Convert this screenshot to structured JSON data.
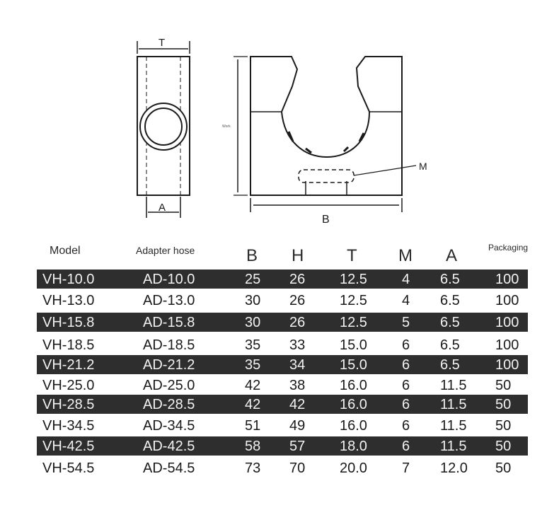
{
  "drawing": {
    "label_T": "T",
    "label_A": "A",
    "label_B": "B",
    "label_M": "M",
    "label_side": "Work"
  },
  "table": {
    "headers": [
      "Model",
      "Adapter hose",
      "B",
      "H",
      "T",
      "M",
      "A",
      "Packaging"
    ],
    "rows": [
      [
        "VH-10.0",
        "AD-10.0",
        "25",
        "26",
        "12.5",
        "4",
        "6.5",
        "100"
      ],
      [
        "VH-13.0",
        "AD-13.0",
        "30",
        "26",
        "12.5",
        "4",
        "6.5",
        "100"
      ],
      [
        "VH-15.8",
        "AD-15.8",
        "30",
        "26",
        "12.5",
        "5",
        "6.5",
        "100"
      ],
      [
        "VH-18.5",
        "AD-18.5",
        "35",
        "33",
        "15.0",
        "6",
        "6.5",
        "100"
      ],
      [
        "VH-21.2",
        "AD-21.2",
        "35",
        "34",
        "15.0",
        "6",
        "6.5",
        "100"
      ],
      [
        "VH-25.0",
        "AD-25.0",
        "42",
        "38",
        "16.0",
        "6",
        "11.5",
        "50"
      ],
      [
        "VH-28.5",
        "AD-28.5",
        "42",
        "42",
        "16.0",
        "6",
        "11.5",
        "50"
      ],
      [
        "VH-34.5",
        "AD-34.5",
        "51",
        "49",
        "16.0",
        "6",
        "11.5",
        "50"
      ],
      [
        "VH-42.5",
        "AD-42.5",
        "58",
        "57",
        "18.0",
        "6",
        "11.5",
        "50"
      ],
      [
        "VH-54.5",
        "AD-54.5",
        "73",
        "70",
        "20.0",
        "7",
        "12.0",
        "50"
      ]
    ],
    "row_shading": [
      "dark",
      "light",
      "dark",
      "light",
      "dark",
      "light",
      "dark",
      "light",
      "dark",
      "light"
    ],
    "colors": {
      "dark_row": "#2e2e2e",
      "dark_text": "#f2f2f2",
      "light_text": "#1a1a1a"
    }
  }
}
